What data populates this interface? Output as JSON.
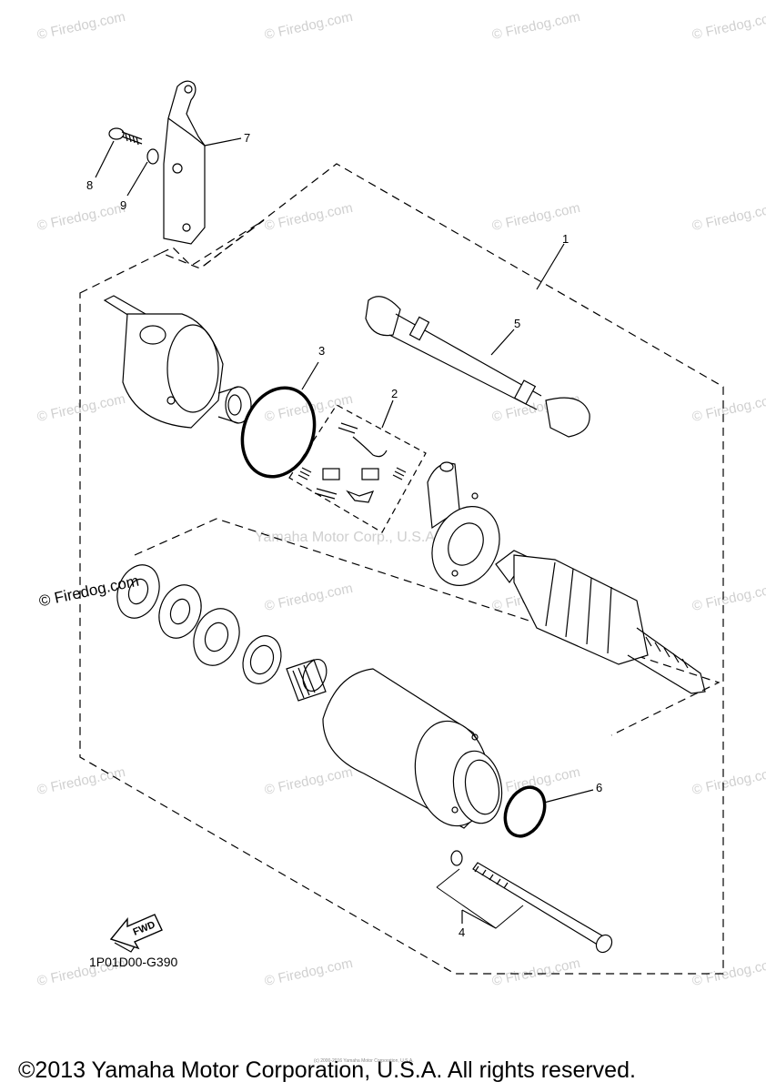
{
  "diagram": {
    "center_watermark": "Yamaha Motor Corp., U.S.A.",
    "watermark_text": "© Firedog.com",
    "prominent_watermark": "© Firedog.com",
    "callouts": [
      "1",
      "2",
      "3",
      "4",
      "5",
      "6",
      "7",
      "8",
      "9"
    ],
    "part_code": "1P01D00-G390",
    "fwd_label": "FWD",
    "copyright": "©2013 Yamaha Motor Corporation, U.S.A. All rights reserved.",
    "tiny_footer": "(c) 2000-2016 Yamaha Motor Corporation, U.S.A."
  }
}
